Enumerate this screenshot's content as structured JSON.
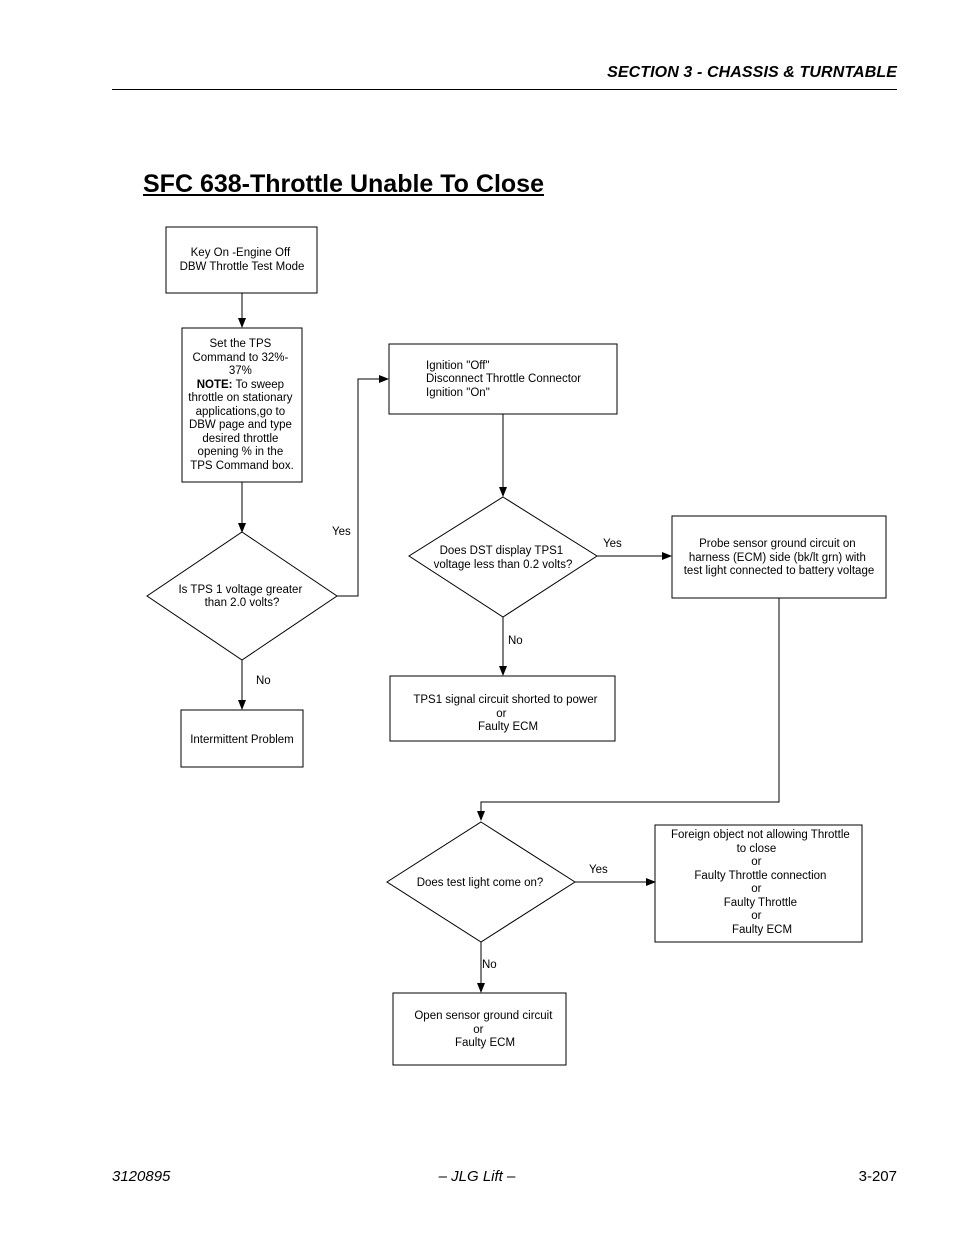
{
  "header": {
    "section_title": "SECTION 3 - CHASSIS & TURNTABLE"
  },
  "document": {
    "title": "SFC 638-Throttle Unable To Close"
  },
  "flowchart": {
    "nodes": {
      "key_on": {
        "lines": [
          "Key On -Engine Off",
          "DBW Throttle Test Mode"
        ]
      },
      "set_tps": {
        "lines": [
          "Set the TPS",
          "Command to 32%-",
          "37%"
        ],
        "note_label": "NOTE:",
        "note_first": " To sweep",
        "note_lines": [
          "throttle on stationary",
          "applications,go to",
          "DBW page and type",
          "desired throttle",
          "opening % in the",
          "TPS Command  box."
        ]
      },
      "tps1_voltage": {
        "lines": [
          "Is TPS 1 voltage greater",
          "than 2.0 volts?"
        ]
      },
      "intermittent": {
        "lines": [
          "Intermittent Problem"
        ]
      },
      "ignition": {
        "lines": [
          "Ignition \"Off\"",
          "Disconnect Throttle Connector",
          "Ignition \"On\""
        ]
      },
      "dst_display": {
        "lines": [
          "Does DST display TPS1",
          "voltage less than 0.2 volts?"
        ]
      },
      "probe": {
        "lines": [
          "Probe sensor ground circuit on",
          "harness (ECM) side (bk/lt grn) with",
          "test light connected to battery voltage"
        ]
      },
      "tps1_short": {
        "lines": [
          "TPS1 signal circuit shorted to power",
          "or",
          "Faulty ECM"
        ]
      },
      "test_light": {
        "lines": [
          "Does test light come on?"
        ]
      },
      "foreign": {
        "lines": [
          "Foreign object not allowing Throttle",
          "to close",
          "or",
          "Faulty Throttle connection",
          "or",
          "Faulty Throttle",
          "or",
          "Faulty ECM"
        ]
      },
      "open_ground": {
        "lines": [
          "Open sensor ground circuit",
          "or",
          "Faulty ECM"
        ]
      }
    },
    "labels": {
      "yes_1": "Yes",
      "no_1": "No",
      "yes_2": "Yes",
      "no_2": "No",
      "yes_3": "Yes",
      "no_3": "No"
    }
  },
  "footer": {
    "doc_number": "3120895",
    "publisher": "– JLG Lift –",
    "page_number": "3-207"
  }
}
